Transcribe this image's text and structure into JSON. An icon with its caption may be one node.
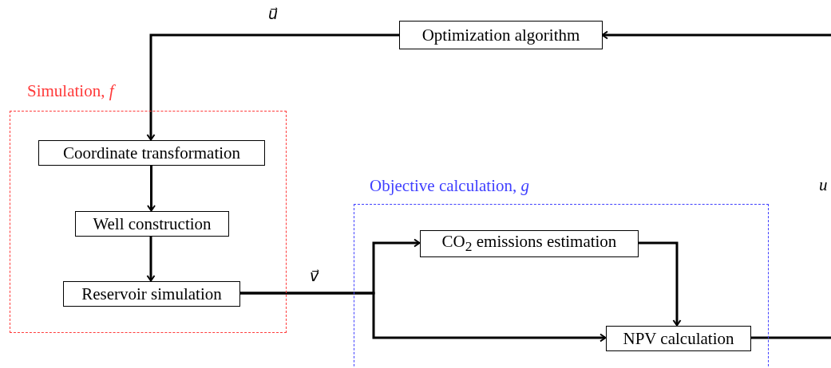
{
  "diagram": {
    "nodes": [
      {
        "text": [
          "Optimization algorithm"
        ]
      },
      {
        "text": [
          "Simulation, *f*"
        ]
      },
      {
        "text": [
          "Coordinate transformation"
        ],
        "in": 1
      },
      {
        "text": [
          "Well construction"
        ],
        "in": 1
      },
      {
        "text": [
          "Reservoir simulation"
        ],
        "in": 1
      },
      {
        "text": [
          "Objective calculation, *g*"
        ]
      },
      {
        "text": [
          "CO$_{2}$ emissions estimation"
        ],
        "in": 5
      },
      {
        "text": [
          "NPV calculation"
        ],
        "in": 5
      }
    ],
    "edges": [
      {
        "from": null,
        "to": 0,
        "arrow": "to"
      },
      {
        "from": 0,
        "to": 2,
        "arrow": "to",
        "label": "u⃗"
      },
      {
        "from": 2,
        "to": 3,
        "arrow": "to"
      },
      {
        "from": 3,
        "to": 4,
        "arrow": "to"
      },
      {
        "from": 4,
        "to": 6,
        "arrow": "to",
        "label": "v⃗"
      },
      {
        "from": 4,
        "to": 7,
        "arrow": "to"
      },
      {
        "from": 6,
        "to": 7,
        "arrow": "to"
      },
      {
        "from": 7,
        "to": null,
        "arrow": "none"
      }
    ],
    "labels": [
      "u"
    ]
  }
}
